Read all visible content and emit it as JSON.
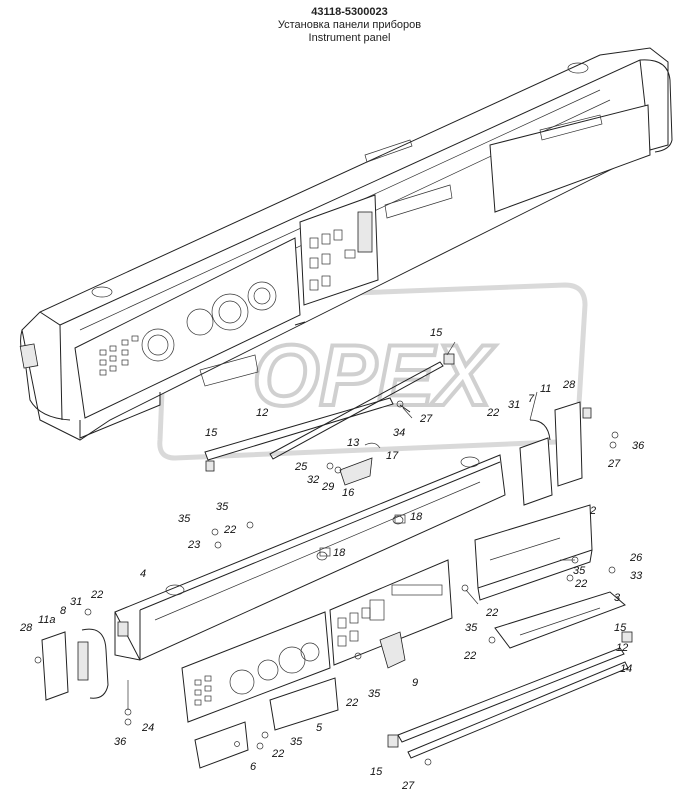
{
  "header": {
    "part_number": "43118-5300023",
    "title_ru": "Установка панели приборов",
    "title_en": "Instrument panel"
  },
  "watermark": {
    "text": "OPEX"
  },
  "callouts": [
    {
      "id": "c15a",
      "label": "15"
    },
    {
      "id": "c12a",
      "label": "12"
    },
    {
      "id": "c13",
      "label": "13"
    },
    {
      "id": "c15b",
      "label": "15"
    },
    {
      "id": "c25",
      "label": "25"
    },
    {
      "id": "c32",
      "label": "32"
    },
    {
      "id": "c29",
      "label": "29"
    },
    {
      "id": "c16",
      "label": "16"
    },
    {
      "id": "c17",
      "label": "17"
    },
    {
      "id": "c27a",
      "label": "27"
    },
    {
      "id": "c34",
      "label": "34"
    },
    {
      "id": "c22a",
      "label": "22"
    },
    {
      "id": "c31a",
      "label": "31"
    },
    {
      "id": "c7",
      "label": "7"
    },
    {
      "id": "c11",
      "label": "11"
    },
    {
      "id": "c28a",
      "label": "28"
    },
    {
      "id": "c36a",
      "label": "36"
    },
    {
      "id": "c27b",
      "label": "27"
    },
    {
      "id": "c18a",
      "label": "18"
    },
    {
      "id": "c18b",
      "label": "18"
    },
    {
      "id": "c35a",
      "label": "35"
    },
    {
      "id": "c35b",
      "label": "35"
    },
    {
      "id": "c22b",
      "label": "22"
    },
    {
      "id": "c23",
      "label": "23"
    },
    {
      "id": "c2",
      "label": "2"
    },
    {
      "id": "c4",
      "label": "4"
    },
    {
      "id": "c35c",
      "label": "35"
    },
    {
      "id": "c22c",
      "label": "22"
    },
    {
      "id": "c26",
      "label": "26"
    },
    {
      "id": "c33",
      "label": "33"
    },
    {
      "id": "c22d",
      "label": "22"
    },
    {
      "id": "c3",
      "label": "3"
    },
    {
      "id": "c31b",
      "label": "31"
    },
    {
      "id": "c22e",
      "label": "22"
    },
    {
      "id": "c8",
      "label": "8"
    },
    {
      "id": "c11a",
      "label": "11a"
    },
    {
      "id": "c28b",
      "label": "28"
    },
    {
      "id": "c35d",
      "label": "35"
    },
    {
      "id": "c22f",
      "label": "22"
    },
    {
      "id": "c15c",
      "label": "15"
    },
    {
      "id": "c12b",
      "label": "12"
    },
    {
      "id": "c14",
      "label": "14"
    },
    {
      "id": "c9",
      "label": "9"
    },
    {
      "id": "c35e",
      "label": "35"
    },
    {
      "id": "c22g",
      "label": "22"
    },
    {
      "id": "c5",
      "label": "5"
    },
    {
      "id": "c35f",
      "label": "35"
    },
    {
      "id": "c22h",
      "label": "22"
    },
    {
      "id": "c6",
      "label": "6"
    },
    {
      "id": "c36b",
      "label": "36"
    },
    {
      "id": "c24",
      "label": "24"
    },
    {
      "id": "c15d",
      "label": "15"
    },
    {
      "id": "c27c",
      "label": "27"
    }
  ]
}
